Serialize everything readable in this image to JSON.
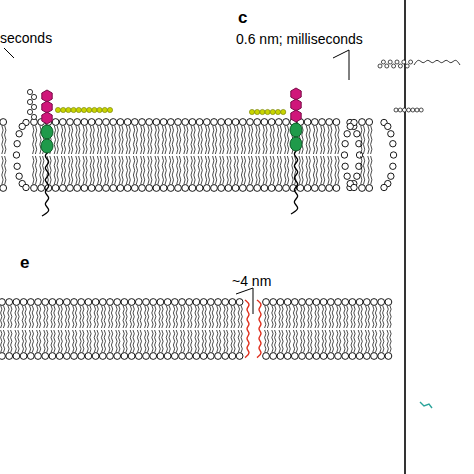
{
  "diagram": {
    "labels": [
      "seconds",
      "c",
      "0.6 nm; milliseconds",
      "e",
      "~4 nm"
    ]
  }
}
